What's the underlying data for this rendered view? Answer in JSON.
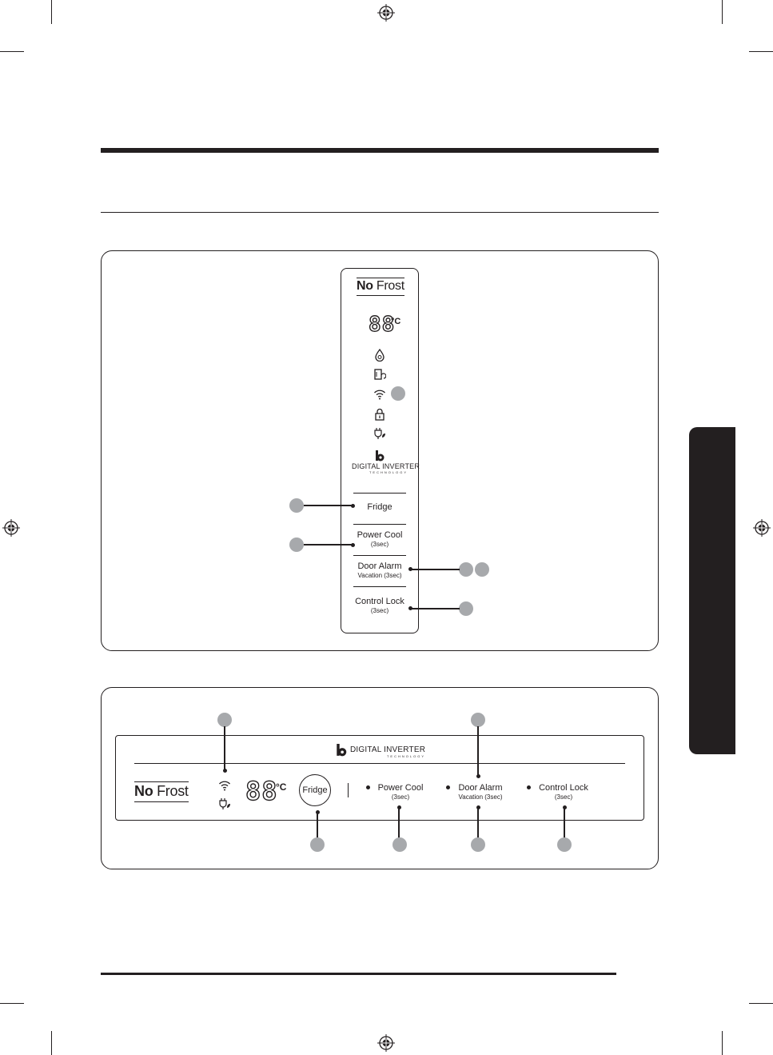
{
  "vertical_panel": {
    "brand_no": "No",
    "brand_frost": "Frost",
    "display_digits": "88",
    "display_unit": "°C",
    "status_icons": [
      "water-drop-icon",
      "filter-reset-icon",
      "wifi-icon",
      "lock-icon",
      "eco-plug-icon"
    ],
    "logo_main": "DIGITAL INVERTER",
    "logo_sub": "TECHNOLOGY",
    "buttons": [
      {
        "label": "Fridge",
        "sub": ""
      },
      {
        "label": "Power Cool",
        "sub": "(3sec)"
      },
      {
        "label": "Door Alarm",
        "sub": "Vacation (3sec)"
      },
      {
        "label": "Control Lock",
        "sub": "(3sec)"
      }
    ]
  },
  "horizontal_panel": {
    "logo_main": "DIGITAL INVERTER",
    "logo_sub": "TECHNOLOGY",
    "brand_no": "No",
    "brand_frost": "Frost",
    "display_digits": "88",
    "display_unit": "°C",
    "fridge_label": "Fridge",
    "buttons": [
      {
        "label": "Power Cool",
        "sub": "(3sec)"
      },
      {
        "label": "Door Alarm",
        "sub": "Vacation (3sec)"
      },
      {
        "label": "Control Lock",
        "sub": "(3sec)"
      }
    ]
  },
  "colors": {
    "ink": "#231f20",
    "callout_fill": "#a7a9ac"
  }
}
